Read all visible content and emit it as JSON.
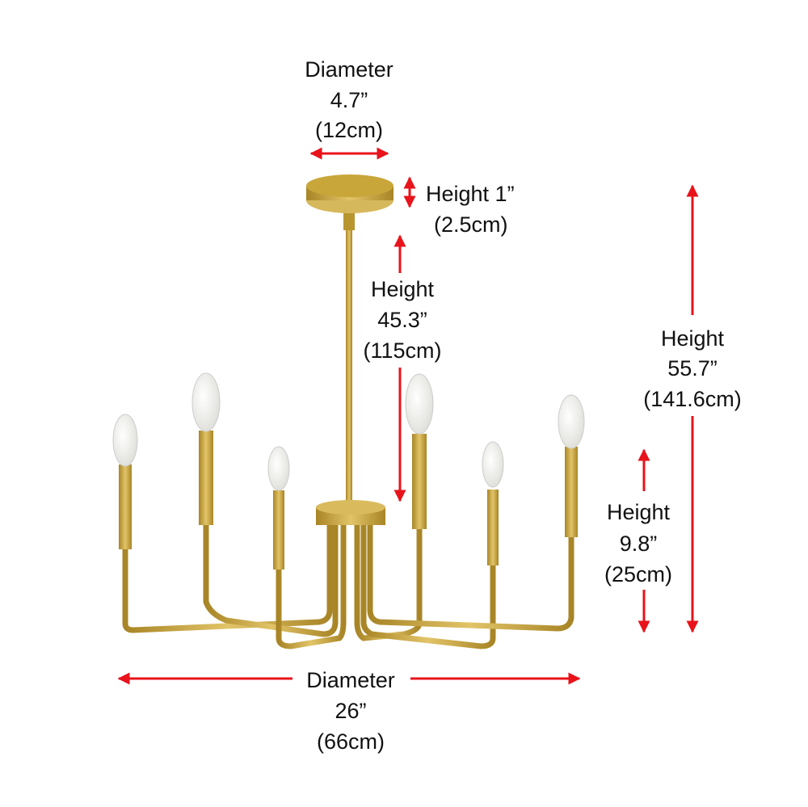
{
  "colors": {
    "arrow": "#e8131b",
    "brass": "#c9a63a",
    "brass_dark": "#a88526",
    "bulb": "#f3f3f0"
  },
  "top_diameter": {
    "label": "Diameter",
    "inch": "4.7”",
    "cm": "(12cm)"
  },
  "canopy_height": {
    "label": "Height 1”",
    "cm": "(2.5cm)"
  },
  "rod_height": {
    "label": "Height",
    "inch": "45.3”",
    "cm": "(115cm)"
  },
  "total_height": {
    "label": "Height",
    "inch": "55.7”",
    "cm": "(141.6cm)"
  },
  "body_height": {
    "label": "Height",
    "inch": "9.8”",
    "cm": "(25cm)"
  },
  "bottom_diameter": {
    "label": "Diameter",
    "inch": "26”",
    "cm": "(66cm)"
  }
}
